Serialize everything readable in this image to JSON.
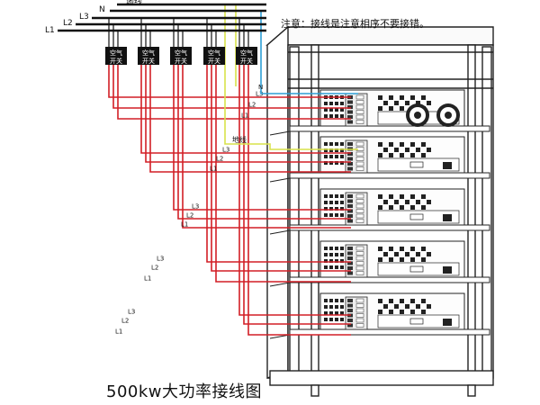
{
  "note": "注意：接线是注意相序不要接错。",
  "caption": "500kw大功率接线图",
  "bus_labels": {
    "ground": "地线",
    "neutral": "N",
    "l3": "L3",
    "l2": "L2",
    "l1": "L1"
  },
  "breaker_label_line1": "空气",
  "breaker_label_line2": "开关",
  "breaker_count": 5,
  "phase_labels": [
    "L3",
    "L2",
    "L1"
  ],
  "tap_labels": {
    "neutral": "N",
    "ground": "地线"
  },
  "colors": {
    "phase_wire": "#d21f26",
    "neutral_wire": "#2f9fd6",
    "ground_wire": "#d8e24a",
    "bus": "#111111",
    "breaker": "#111111",
    "cabinet": "#222222"
  }
}
